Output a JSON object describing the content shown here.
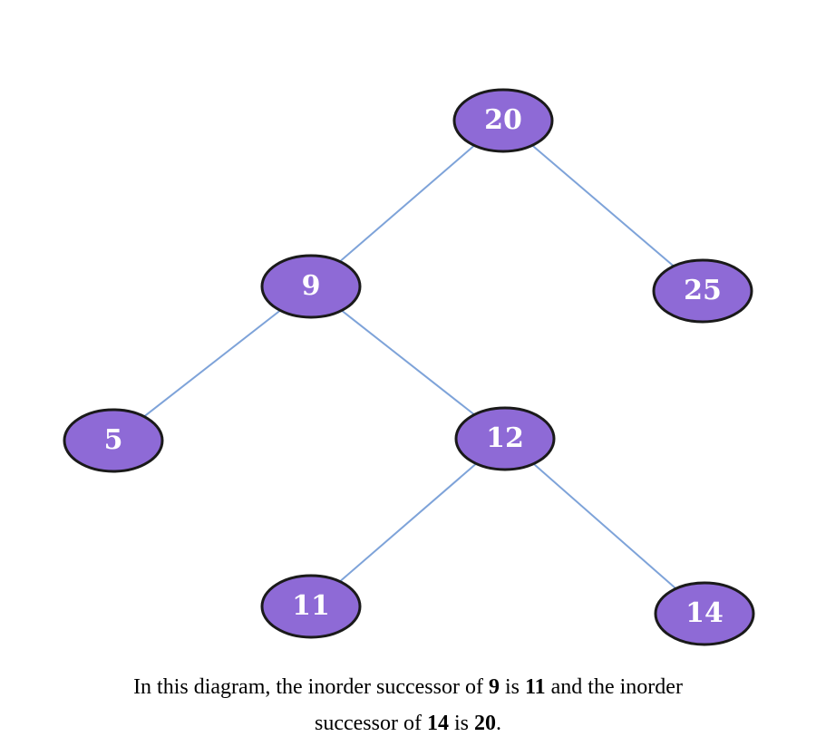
{
  "colors": {
    "node_fill": "#8e6ad6",
    "node_stroke": "#1a1a1a",
    "edge": "#7ea3d9",
    "label": "#ffffff"
  },
  "tree": {
    "nodes": [
      {
        "id": "n20",
        "label": "20"
      },
      {
        "id": "n9",
        "label": "9"
      },
      {
        "id": "n25",
        "label": "25"
      },
      {
        "id": "n5",
        "label": "5"
      },
      {
        "id": "n12",
        "label": "12"
      },
      {
        "id": "n11",
        "label": "11"
      },
      {
        "id": "n14",
        "label": "14"
      }
    ],
    "edges": [
      {
        "from": "n20",
        "to": "n9"
      },
      {
        "from": "n20",
        "to": "n25"
      },
      {
        "from": "n9",
        "to": "n5"
      },
      {
        "from": "n9",
        "to": "n12"
      },
      {
        "from": "n12",
        "to": "n11"
      },
      {
        "from": "n12",
        "to": "n14"
      }
    ]
  },
  "caption": {
    "t1": "In this diagram, the inorder successor of ",
    "b1": "9",
    "t2": " is ",
    "b2": "11",
    "t3": " and the inorder",
    "t4": "successor of ",
    "b3": "14",
    "t5": " is ",
    "b4": "20",
    "t6": "."
  }
}
